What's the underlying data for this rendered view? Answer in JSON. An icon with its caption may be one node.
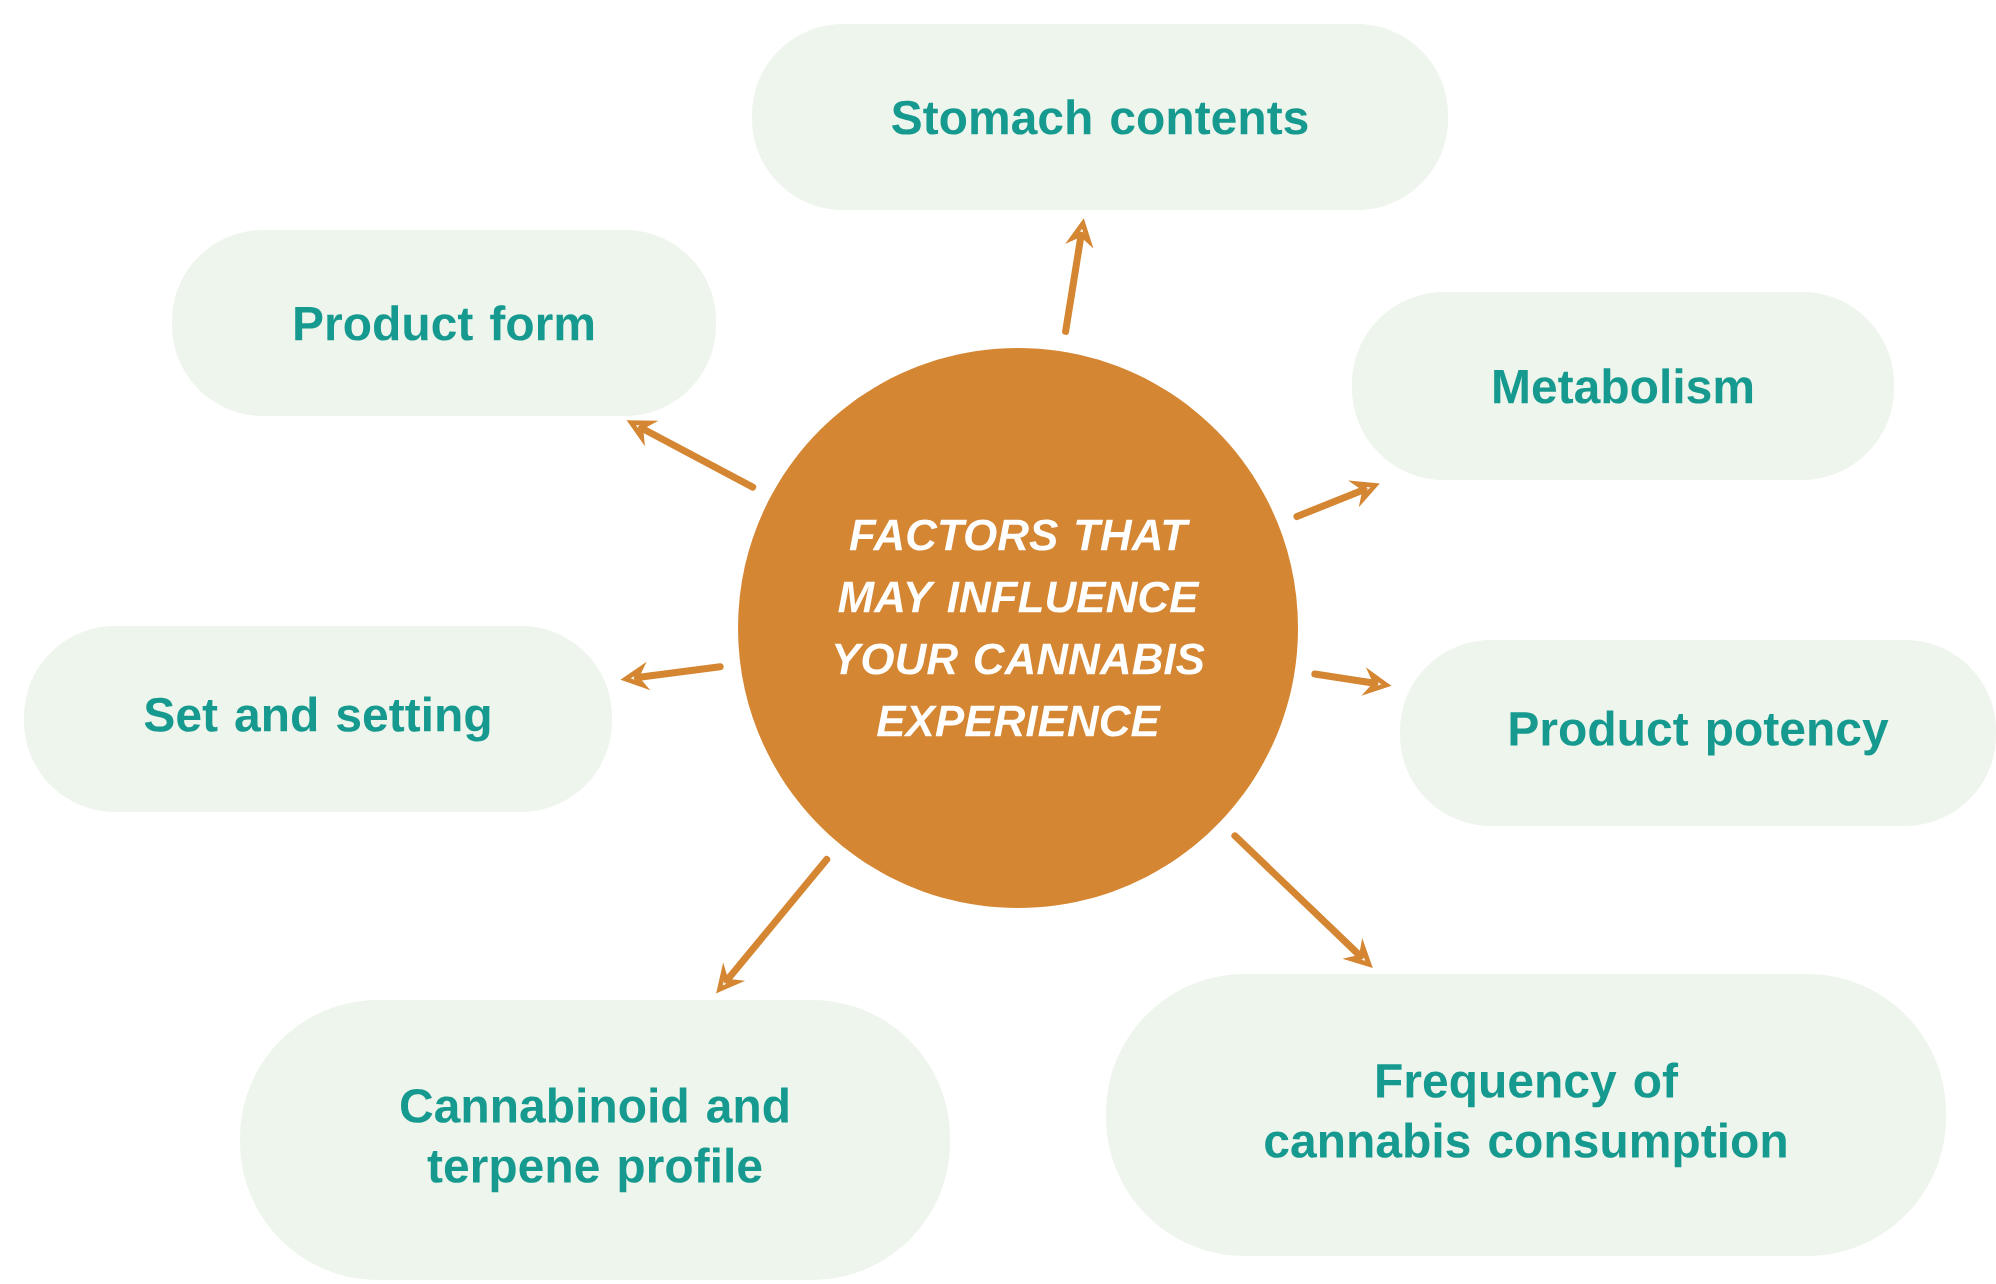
{
  "diagram": {
    "nodes": [
      {
        "text": [
          "FACTORS THAT MAY INFLUENCE YOUR CANNABIS EXPERIENCE"
        ]
      },
      {
        "text": [
          "Stomach contents"
        ]
      },
      {
        "text": [
          "Product form"
        ]
      },
      {
        "text": [
          "Metabolism"
        ]
      },
      {
        "text": [
          "Set and setting"
        ]
      },
      {
        "text": [
          "Product potency"
        ]
      },
      {
        "text": [
          "Cannabinoid and terpene profile"
        ]
      },
      {
        "text": [
          "Frequency of cannabis consumption"
        ]
      }
    ],
    "edges": [
      {
        "from": 0,
        "to": 1,
        "arrow": "to"
      },
      {
        "from": 0,
        "to": 2,
        "arrow": "to"
      },
      {
        "from": 0,
        "to": 3,
        "arrow": "to"
      },
      {
        "from": 0,
        "to": 4,
        "arrow": "to"
      },
      {
        "from": 0,
        "to": 5,
        "arrow": "to"
      },
      {
        "from": 0,
        "to": 6,
        "arrow": "to"
      },
      {
        "from": 0,
        "to": 7,
        "arrow": "to"
      }
    ]
  }
}
